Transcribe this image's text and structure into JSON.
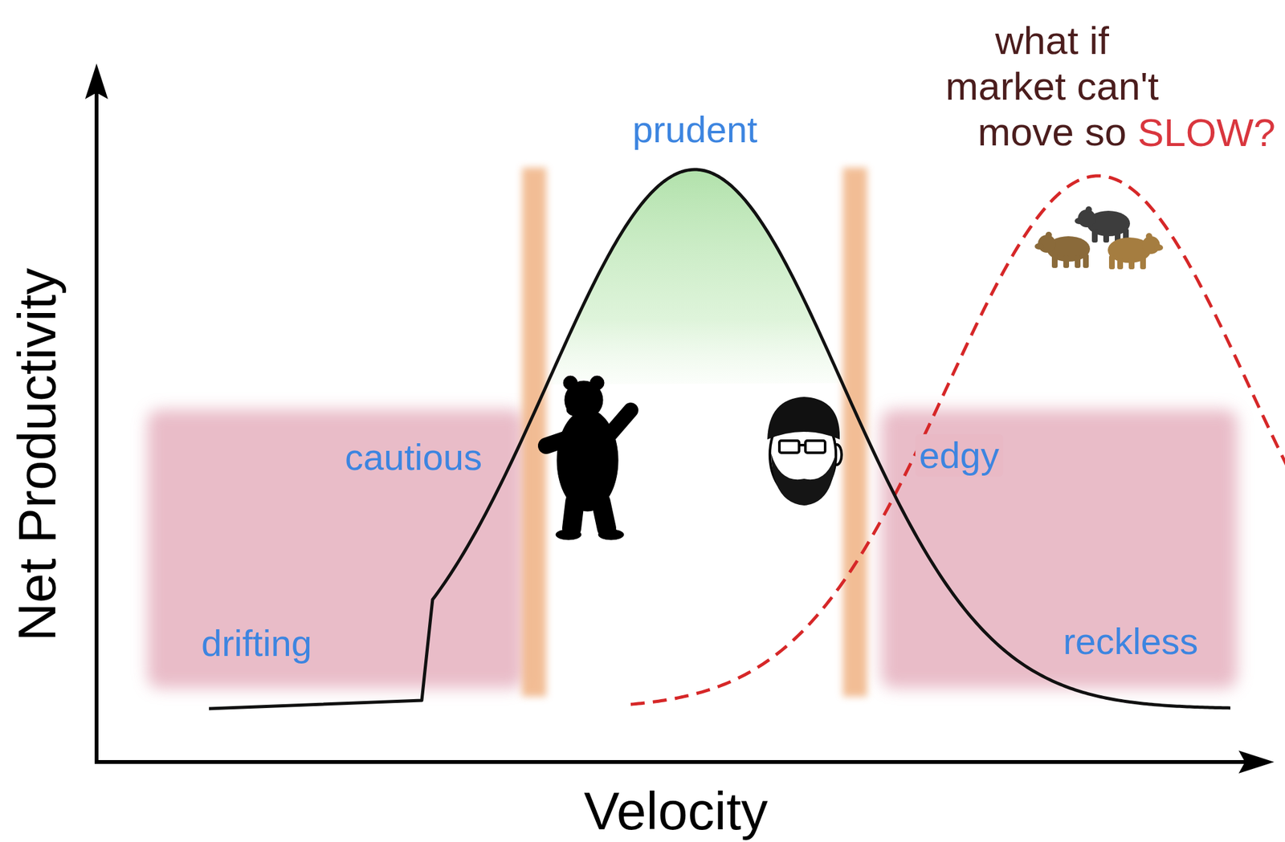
{
  "diagram": {
    "nodes": [
      {
        "text": [
          "cautious",
          "drifting"
        ]
      },
      {
        "text": [
          "edgy",
          "reckless"
        ]
      }
    ],
    "labels": [
      "what if market can't move so",
      "SLOW?",
      "prudent",
      "Net Productivity",
      "Velocity"
    ]
  }
}
